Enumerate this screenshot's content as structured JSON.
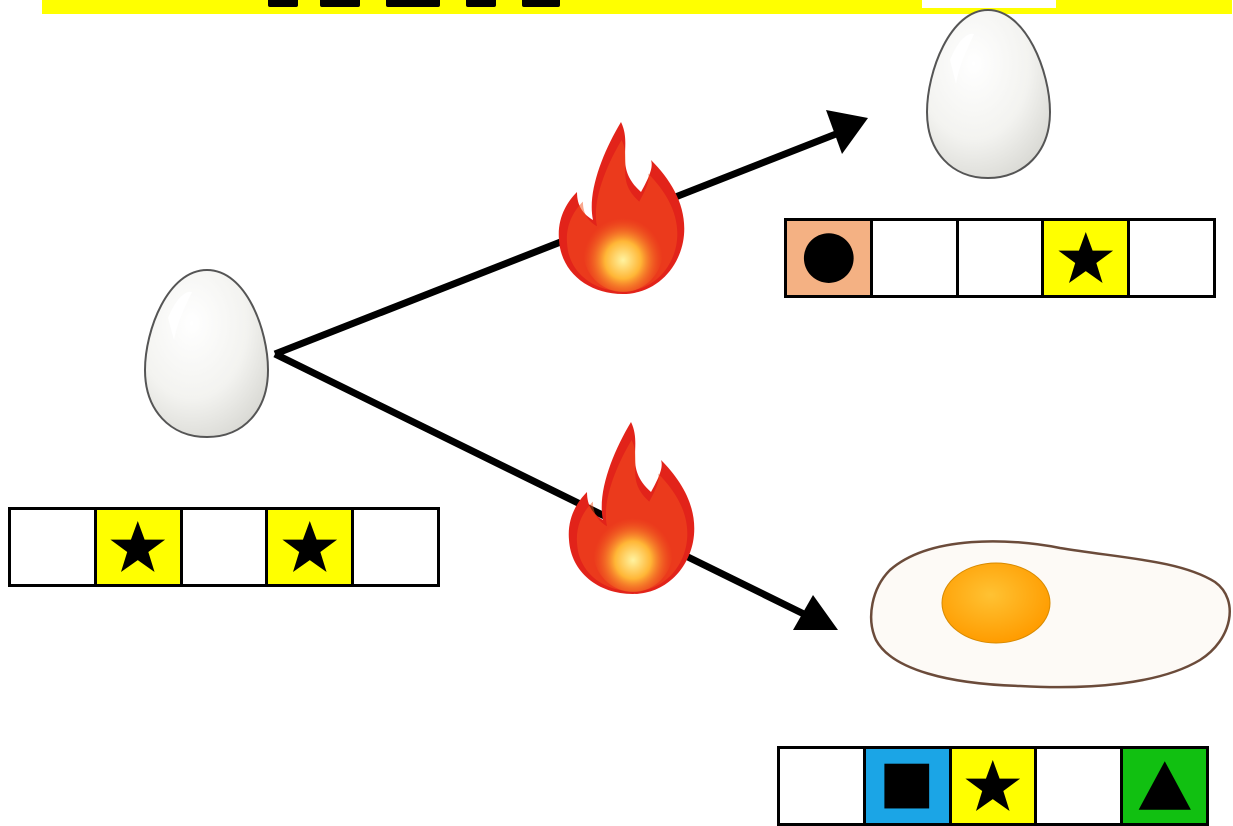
{
  "colors": {
    "banner": "#ffff00",
    "cell_white": "#ffffff",
    "cell_yellow": "#ffff00",
    "cell_salmon": "#f4b183",
    "cell_blue": "#1ba5e6",
    "cell_green": "#11c011",
    "symbol": "#000000",
    "flame_outer": "#e0201a",
    "flame_inner": "#ffd54a",
    "yolk": "#ffb000"
  },
  "diagram": {
    "start": {
      "image": "raw-egg",
      "cells": [
        {
          "fill": "white",
          "symbol": "none"
        },
        {
          "fill": "yellow",
          "symbol": "star"
        },
        {
          "fill": "white",
          "symbol": "none"
        },
        {
          "fill": "yellow",
          "symbol": "star"
        },
        {
          "fill": "white",
          "symbol": "none"
        }
      ]
    },
    "branches": [
      {
        "process_icon": "fire-icon",
        "result_image": "whole-egg",
        "cells": [
          {
            "fill": "salmon",
            "symbol": "circle"
          },
          {
            "fill": "white",
            "symbol": "none"
          },
          {
            "fill": "white",
            "symbol": "none"
          },
          {
            "fill": "yellow",
            "symbol": "star"
          },
          {
            "fill": "white",
            "symbol": "none"
          }
        ]
      },
      {
        "process_icon": "fire-icon",
        "result_image": "fried-egg",
        "cells": [
          {
            "fill": "white",
            "symbol": "none"
          },
          {
            "fill": "blue",
            "symbol": "square"
          },
          {
            "fill": "yellow",
            "symbol": "star"
          },
          {
            "fill": "white",
            "symbol": "none"
          },
          {
            "fill": "green",
            "symbol": "triangle"
          }
        ]
      }
    ]
  }
}
